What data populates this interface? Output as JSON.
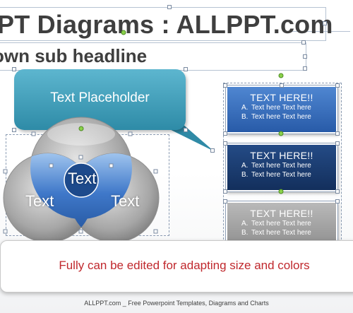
{
  "slide": {
    "title": "PT Diagrams : ALLPPT.com",
    "subtitle": "own sub headline",
    "callout": "Text Placeholder",
    "venn": {
      "top": "Text",
      "left": "Text",
      "right": "Text"
    },
    "boxes": [
      {
        "title": "TEXT HERE!!",
        "items": [
          {
            "mark": "A.",
            "text": "Text here Text here"
          },
          {
            "mark": "B.",
            "text": "Text here Text here"
          }
        ],
        "color": "#3c73c2"
      },
      {
        "title": "TEXT HERE!!",
        "items": [
          {
            "mark": "A.",
            "text": "Text here Text here"
          },
          {
            "mark": "B.",
            "text": "Text here Text here"
          }
        ],
        "color": "#1b3c70"
      },
      {
        "title": "TEXT HERE!!",
        "items": [
          {
            "mark": "A.",
            "text": "Text here Text here"
          },
          {
            "mark": "B.",
            "text": "Text here Text here"
          }
        ],
        "color": "#a3a3a3"
      }
    ],
    "banner": "Fully can be edited for adapting size and colors",
    "footer": "ALLPPT.com _ Free Powerpoint Templates, Diagrams and Charts",
    "colors": {
      "accent_red": "#c0282d",
      "callout": "#3a98b6",
      "title": "#3f3f3f"
    }
  }
}
